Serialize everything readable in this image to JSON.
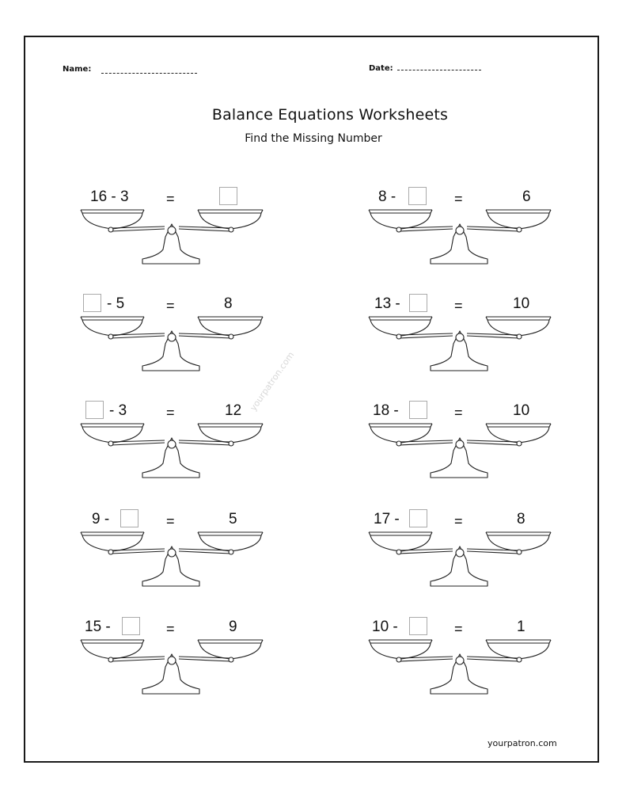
{
  "header": {
    "name_label": "Name:",
    "date_label": "Date:"
  },
  "title": "Balance Equations Worksheets",
  "subtitle": "Find the Missing Number",
  "problems": [
    {
      "left_a": "16 - 3",
      "left_b": "",
      "right": ""
    },
    {
      "left_a": "8 -",
      "left_b": "",
      "right": "6"
    },
    {
      "left_a": "",
      "left_b": "- 5",
      "right": "8"
    },
    {
      "left_a": "13 -",
      "left_b": "",
      "right": "10"
    },
    {
      "left_a": "",
      "left_b": "- 3",
      "right": "12"
    },
    {
      "left_a": "18 -",
      "left_b": "",
      "right": "10"
    },
    {
      "left_a": "9 -",
      "left_b": "",
      "right": "5"
    },
    {
      "left_a": "17 -",
      "left_b": "",
      "right": "8"
    },
    {
      "left_a": "15 -",
      "left_b": "",
      "right": "9"
    },
    {
      "left_a": "10 -",
      "left_b": "",
      "right": "1"
    }
  ],
  "equals": "=",
  "watermark": "yourpatron.com",
  "footer": "yourpatron.com"
}
